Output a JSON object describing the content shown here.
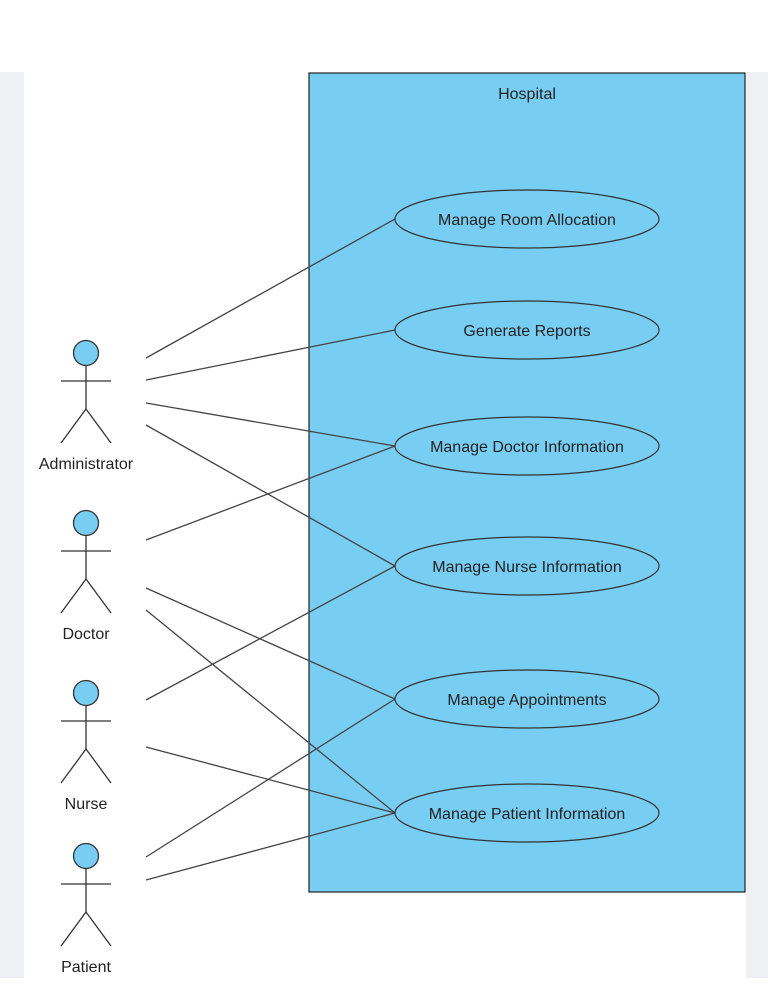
{
  "system": {
    "title": "Hospital",
    "fill": "#78cdf3",
    "stroke": "#222222"
  },
  "actors": [
    {
      "id": "administrator",
      "name": "Administrator"
    },
    {
      "id": "doctor",
      "name": "Doctor"
    },
    {
      "id": "nurse",
      "name": "Nurse"
    },
    {
      "id": "patient",
      "name": "Patient"
    }
  ],
  "use_cases": [
    {
      "id": "room",
      "name": "Manage Room Allocation"
    },
    {
      "id": "reports",
      "name": "Generate Reports"
    },
    {
      "id": "doctorinfo",
      "name": "Manage Doctor Information"
    },
    {
      "id": "nurseinfo",
      "name": "Manage Nurse Information"
    },
    {
      "id": "appointments",
      "name": "Manage Appointments"
    },
    {
      "id": "patientinfo",
      "name": "Manage Patient Information"
    }
  ],
  "associations": [
    {
      "from": "administrator",
      "to": "room"
    },
    {
      "from": "administrator",
      "to": "reports"
    },
    {
      "from": "administrator",
      "to": "doctorinfo"
    },
    {
      "from": "administrator",
      "to": "nurseinfo"
    },
    {
      "from": "doctor",
      "to": "doctorinfo"
    },
    {
      "from": "doctor",
      "to": "appointments"
    },
    {
      "from": "doctor",
      "to": "patientinfo"
    },
    {
      "from": "nurse",
      "to": "nurseinfo"
    },
    {
      "from": "nurse",
      "to": "patientinfo"
    },
    {
      "from": "patient",
      "to": "appointments"
    },
    {
      "from": "patient",
      "to": "patientinfo"
    }
  ],
  "colors": {
    "actor_head": "#78cdf3",
    "line": "#444444",
    "ellipse_fill": "#78cdf3"
  }
}
